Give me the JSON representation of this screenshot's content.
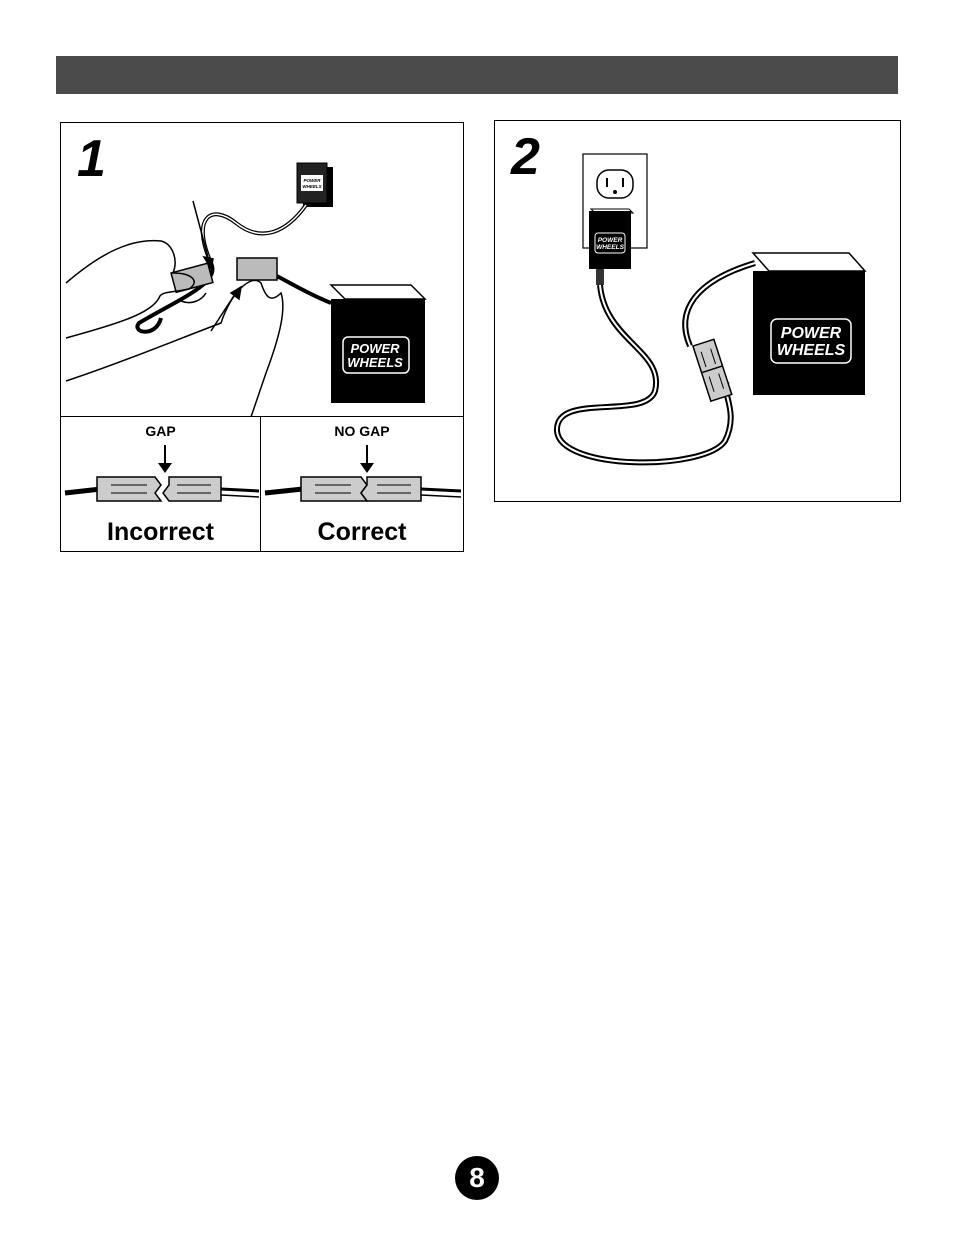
{
  "header": {
    "bar_color": "#4b4b4b"
  },
  "step1": {
    "number": "1",
    "battery_brand_line1": "POWER",
    "battery_brand_line2": "WHEELS",
    "charger_brand_line1": "POWER",
    "charger_brand_line2": "WHEELS",
    "incorrect": {
      "label": "GAP",
      "caption": "Incorrect"
    },
    "correct": {
      "label": "NO GAP",
      "caption": "Correct"
    }
  },
  "step2": {
    "number": "2",
    "battery_brand_line1": "POWER",
    "battery_brand_line2": "WHEELS",
    "charger_brand_line1": "POWER",
    "charger_brand_line2": "WHEELS"
  },
  "page_number": "8"
}
